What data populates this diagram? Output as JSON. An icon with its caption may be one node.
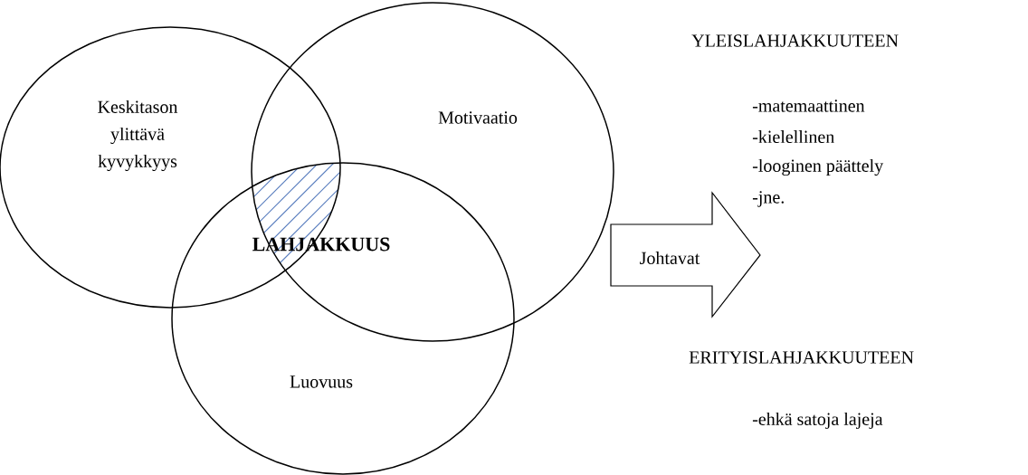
{
  "diagram": {
    "nodes": [
      {
        "text": [
          "Keskitason ylittävä kyvykkyys"
        ]
      },
      {
        "text": [
          "Motivaatio"
        ]
      },
      {
        "text": [
          "Luovuus"
        ]
      },
      {
        "text": [
          "Johtavat"
        ]
      }
    ],
    "labels": [
      "LAHJAKKUUS",
      "YLEISLAHJAKKUUTEEN",
      "-matemaattinen",
      "-kielellinen",
      "-looginen päättely",
      "-jne.",
      "ERITYISLAHJAKKUUTEEN",
      "-ehkä satoja lajeja"
    ]
  }
}
